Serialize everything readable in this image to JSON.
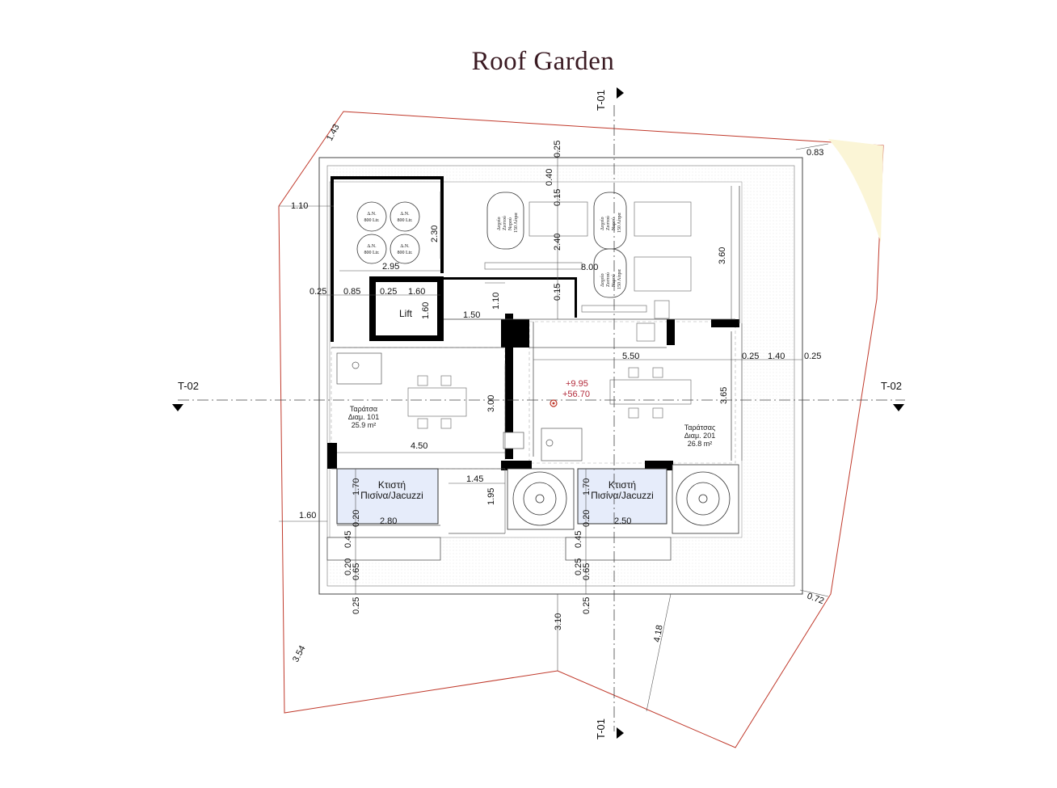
{
  "title": "Roof Garden",
  "sections": {
    "t01_top": "T-01",
    "t01_bottom": "T-01",
    "t02_left": "T-02",
    "t02_right": "T-02"
  },
  "rooms": {
    "lift": "Lift",
    "terrace_left": {
      "name": "Ταράτσα",
      "unit": "Διαμ. 101",
      "area": "25.9 m²"
    },
    "terrace_right": {
      "name": "Ταράτσας",
      "unit": "Διαμ. 201",
      "area": "26.8 m²"
    },
    "pool_left": {
      "line1": "Κτιστή",
      "line2": "Πισίνα/Jacuzzi"
    },
    "pool_right": {
      "line1": "Κτιστή",
      "line2": "Πισίνα/Jacuzzi"
    }
  },
  "tanks": [
    {
      "line1": "Δ.Ν.",
      "line2": "800 Ltr."
    },
    {
      "line1": "Δ.Ν.",
      "line2": "800 Ltr."
    },
    {
      "line1": "Δ.Ν.",
      "line2": "800 Ltr."
    },
    {
      "line1": "Δ.Ν.",
      "line2": "800 Ltr."
    }
  ],
  "boilers": [
    {
      "line1": "Δοχείο",
      "line2": "Ζεστού",
      "line3": "Νερού",
      "line4": "150 Λίτρα"
    },
    {
      "line1": "Δοχείο",
      "line2": "Ζεστού",
      "line3": "Νερού",
      "line4": "150 Λίτρα"
    },
    {
      "line1": "Δοχείο",
      "line2": "Ζεστού",
      "line3": "Νερού",
      "line4": "150 Λίτρα"
    }
  ],
  "levels": {
    "upper": "+9.95",
    "lower": "+56.70"
  },
  "dimensions": {
    "d_143": "1.43",
    "d_083": "0.83",
    "d_110_left": "1.10",
    "d_025_top": "0.25",
    "d_040": "0.40",
    "d_015_a": "0.15",
    "d_240": "2.40",
    "d_015_b": "0.15",
    "d_230": "2.30",
    "d_295": "2.95",
    "d_800": "8.00",
    "d_360": "3.60",
    "d_025_a": "0.25",
    "d_085": "0.85",
    "d_025_b": "0.25",
    "d_160_h": "1.60",
    "d_160_v": "1.60",
    "d_110_mid": "1.10",
    "d_150": "1.50",
    "d_550": "5.50",
    "d_025_c": "0.25",
    "d_140": "1.40",
    "d_025_d": "0.25",
    "d_300": "3.00",
    "d_365": "3.65",
    "d_450": "4.50",
    "d_145": "1.45",
    "d_195": "1.95",
    "d_170_a": "1.70",
    "d_020_a": "0.20",
    "d_280": "2.80",
    "d_170_b": "1.70",
    "d_020_b": "0.20",
    "d_250": "2.50",
    "d_160_left": "1.60",
    "d_045_a": "0.45",
    "d_020_c": "0.20",
    "d_065_a": "0.65",
    "d_045_b": "0.45",
    "d_025_e": "0.25",
    "d_065_b": "0.65",
    "d_025_f": "0.25",
    "d_025_g": "0.25",
    "d_310": "3.10",
    "d_418": "4.18",
    "d_354": "3.54",
    "d_072": "0.72"
  },
  "colors": {
    "plot_line": "#c0392b",
    "wall": "#000000",
    "pool_fill": "#e6ecfa",
    "plot_corner_fill": "#fbf5d6",
    "level_marker": "#c0392b",
    "title": "#3a1a22"
  }
}
